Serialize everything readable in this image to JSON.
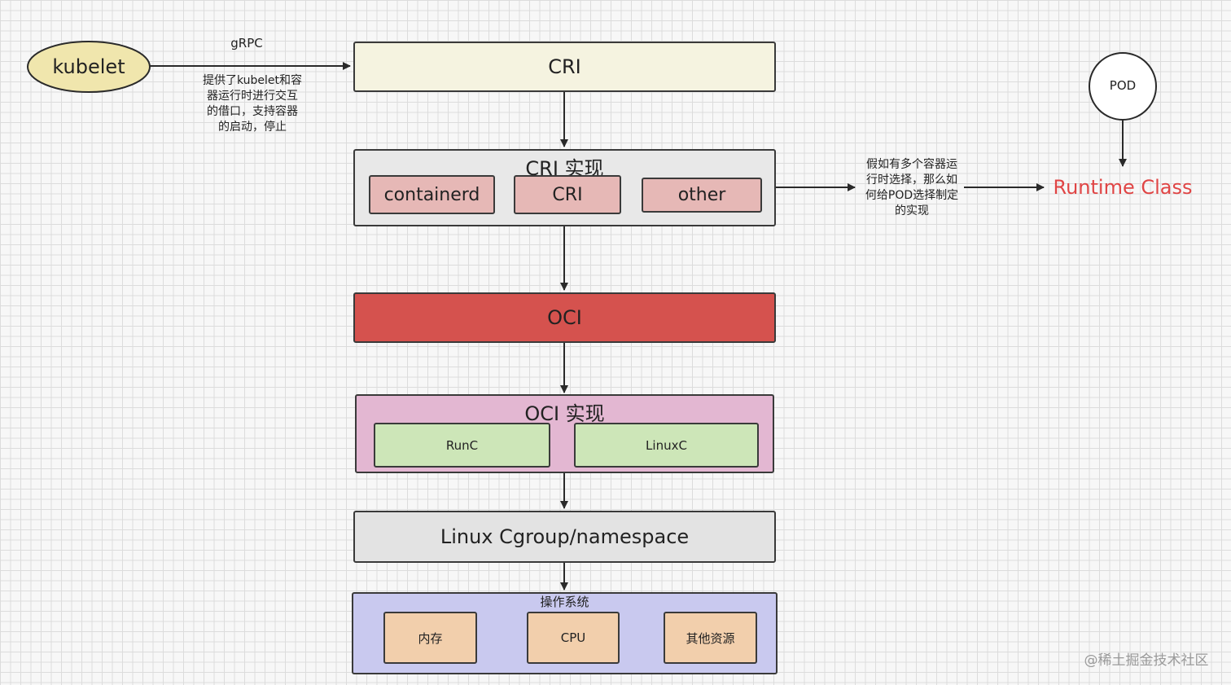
{
  "kubelet": {
    "label": "kubelet",
    "fill": "#f0e6ad"
  },
  "grpc_label": "gRPC",
  "kubelet_note": [
    "提供了kubelet和容",
    "器运行时进行交互",
    "的借口，支持容器",
    "的启动，停止"
  ],
  "cri": {
    "label": "CRI",
    "fill": "#f5f3e0"
  },
  "cri_impl": {
    "title": "CRI 实现",
    "fill": "#e8e8e8",
    "items": [
      {
        "label": "containerd",
        "fill": "#e6b8b6"
      },
      {
        "label": "CRI",
        "fill": "#e6b8b6"
      },
      {
        "label": "other",
        "fill": "#e6b8b6"
      }
    ]
  },
  "runtime_note": [
    "假如有多个容器运",
    "行时选择，那么如",
    "何给POD选择制定",
    "的实现"
  ],
  "runtime_class": {
    "label": "Runtime Class",
    "color": "#e04545"
  },
  "pod": {
    "label": "POD"
  },
  "oci": {
    "label": "OCI",
    "fill": "#d5524e"
  },
  "oci_impl": {
    "title": "OCI 实现",
    "fill": "#e3b7d2",
    "items": [
      {
        "label": "RunC",
        "fill": "#cde6b8"
      },
      {
        "label": "LinuxC",
        "fill": "#cde6b8"
      }
    ]
  },
  "linux": {
    "label": "Linux Cgroup/namespace",
    "fill": "#e3e3e3"
  },
  "os": {
    "title": "操作系统",
    "fill": "#c9c9ef",
    "items": [
      {
        "label": "内存",
        "fill": "#f2cfac"
      },
      {
        "label": "CPU",
        "fill": "#f2cfac"
      },
      {
        "label": "其他资源",
        "fill": "#f2cfac"
      }
    ]
  },
  "watermark": "@稀土掘金技术社区"
}
